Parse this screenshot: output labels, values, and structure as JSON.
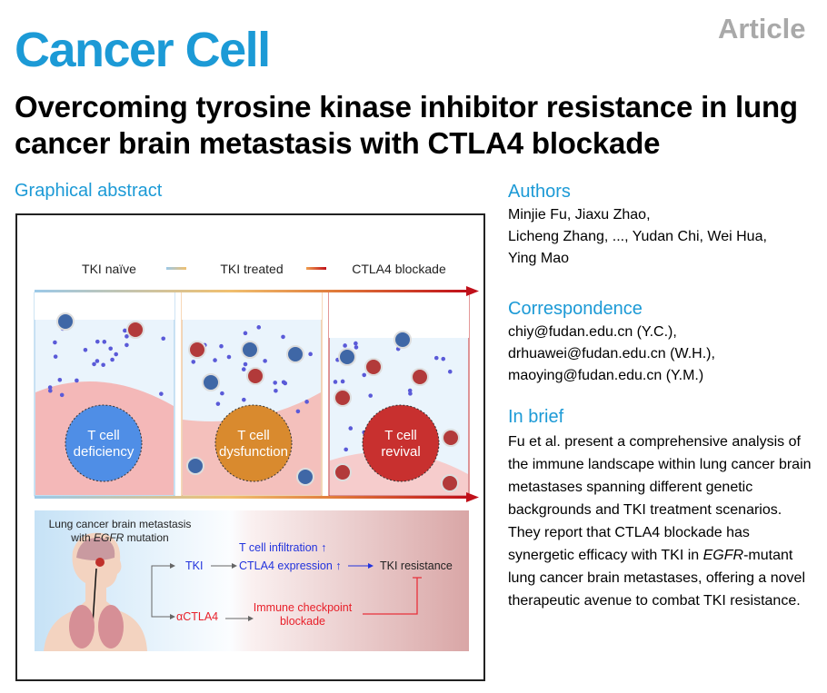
{
  "journal": "Cancer Cell",
  "article_type": "Article",
  "title": "Overcoming tyrosine kinase inhibitor resistance in lung cancer brain metastasis with CTLA4 blockade",
  "graphical_abstract": {
    "label": "Graphical abstract",
    "stages": [
      "TKI naïve",
      "TKI treated",
      "CTLA4 blockade"
    ],
    "circles": [
      [
        "T cell",
        "deficiency"
      ],
      [
        "T cell",
        "dysfunction"
      ],
      [
        "T cell",
        "revival"
      ]
    ],
    "circle_colors": [
      "#4f8ee6",
      "#d98a2e",
      "#c8302f"
    ],
    "bottom": {
      "title_line1": "Lung cancer brain metastasis",
      "title_with": "with ",
      "title_gene": "EGFR",
      "title_mut": " mutation",
      "tki": "TKI",
      "infiltration": "T cell infiltration ↑",
      "expression": "CTLA4 expression ↑",
      "resistance": "TKI resistance",
      "actla4": "αCTLA4",
      "icb_line1": "Immune checkpoint",
      "icb_line2": "blockade"
    }
  },
  "authors": {
    "label": "Authors",
    "lines": [
      "Minjie Fu, Jiaxu Zhao,",
      "Licheng Zhang, ..., Yudan Chi, Wei Hua,",
      "Ying Mao"
    ]
  },
  "correspondence": {
    "label": "Correspondence",
    "lines": [
      "chiy@fudan.edu.cn (Y.C.),",
      "drhuawei@fudan.edu.cn (W.H.),",
      "maoying@fudan.edu.cn (Y.M.)"
    ]
  },
  "in_brief": {
    "label": "In brief",
    "text_before": "Fu et al. present a comprehensive analysis of the immune landscape within lung cancer brain metastases spanning different genetic backgrounds and TKI treatment scenarios. They report that CTLA4 blockade has synergetic efficacy with TKI in ",
    "gene": "EGFR",
    "text_after": "-mutant lung cancer brain metastases, offering a novel therapeutic avenue to combat TKI resistance."
  }
}
